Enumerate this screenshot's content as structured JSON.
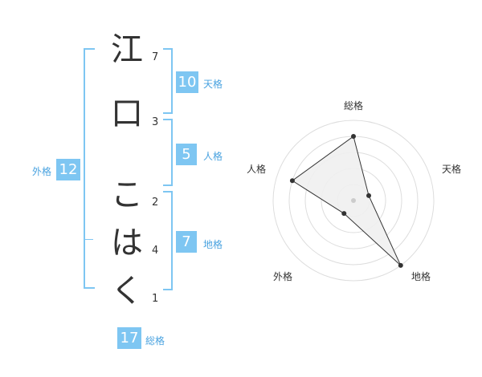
{
  "name": {
    "characters": [
      {
        "char": "江",
        "strokes": "7"
      },
      {
        "char": "口",
        "strokes": "3"
      },
      {
        "char": "こ",
        "strokes": "2"
      },
      {
        "char": "は",
        "strokes": "4"
      },
      {
        "char": "く",
        "strokes": "1"
      }
    ]
  },
  "fortune": {
    "tenkaku": {
      "value": "10",
      "label": "天格"
    },
    "jinkaku": {
      "value": "5",
      "label": "人格"
    },
    "chikaku": {
      "value": "7",
      "label": "地格"
    },
    "gaikaku": {
      "value": "12",
      "label": "外格"
    },
    "soukaku": {
      "value": "17",
      "label": "総格"
    }
  },
  "chart_data": {
    "type": "radar",
    "axes": [
      "総格",
      "天格",
      "地格",
      "外格",
      "人格"
    ],
    "values": [
      4,
      1,
      5,
      1,
      4
    ],
    "range": [
      0,
      5
    ],
    "rings": 5,
    "colors": {
      "fill": "#efefef",
      "line": "#333333",
      "ring": "#dddddd",
      "point": "#333333"
    }
  },
  "colors": {
    "accent": "#7ec6f2",
    "label": "#4aa3e0"
  }
}
